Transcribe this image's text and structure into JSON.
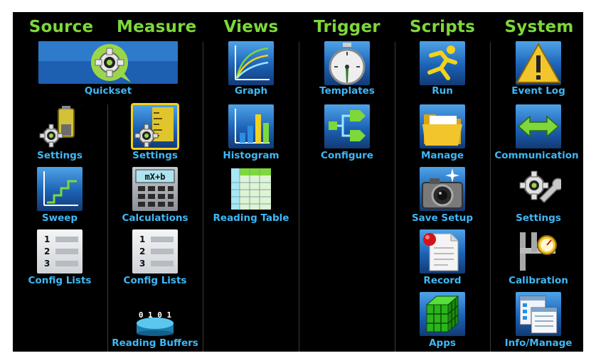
{
  "headers": {
    "source": "Source",
    "measure": "Measure",
    "views": "Views",
    "trigger": "Trigger",
    "scripts": "Scripts",
    "system": "System"
  },
  "source": {
    "quickset": "Quickset",
    "settings": "Settings",
    "sweep": "Sweep",
    "config_lists": "Config Lists"
  },
  "measure": {
    "settings": "Settings",
    "calculations": "Calculations",
    "config_lists": "Config Lists",
    "reading_buffers": "Reading Buffers",
    "calc_glyph": "mX+b",
    "buffer_glyph": "0 1 0 1"
  },
  "views": {
    "graph": "Graph",
    "histogram": "Histogram",
    "reading_table": "Reading Table"
  },
  "trigger": {
    "templates": "Templates",
    "configure": "Configure"
  },
  "scripts": {
    "run": "Run",
    "manage": "Manage",
    "save_setup": "Save Setup",
    "record": "Record",
    "apps": "Apps"
  },
  "system": {
    "event_log": "Event Log",
    "communication": "Communication",
    "settings": "Settings",
    "calibration": "Calibration",
    "info_manage": "Info/Manage"
  },
  "list_glyph": {
    "n1": "1",
    "n2": "2",
    "n3": "3"
  },
  "colors": {
    "header": "#7dd83a",
    "label": "#3fb8f5",
    "selected_outline": "#f2d21b",
    "icon_gradient_top": "#4fa3e8",
    "icon_gradient_bottom": "#123a74"
  },
  "selected": "measure.settings"
}
